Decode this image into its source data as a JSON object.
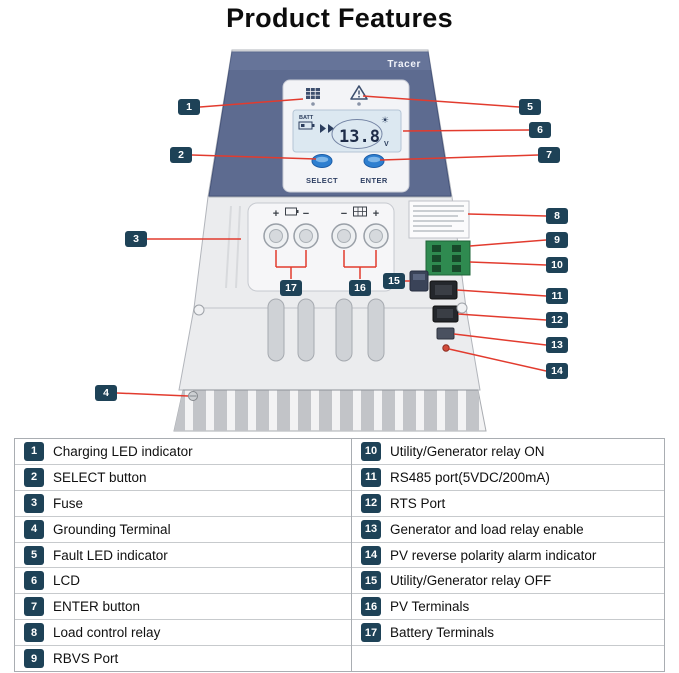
{
  "title": "Product Features",
  "device": {
    "brand": "Tracer",
    "select_label": "SELECT",
    "enter_label": "ENTER",
    "lcd": {
      "batt_label": "BATT",
      "value": "13.8",
      "unit": "V",
      "sun_icon": "☀"
    },
    "terminals": {
      "bat_plus": "+",
      "bat_minus": "−",
      "pv_minus": "−",
      "pv_plus": "+"
    }
  },
  "callouts": [
    "1",
    "2",
    "3",
    "4",
    "5",
    "6",
    "7",
    "8",
    "9",
    "10",
    "11",
    "12",
    "13",
    "14",
    "15",
    "16",
    "17"
  ],
  "features_left": [
    {
      "num": "1",
      "label": "Charging LED indicator"
    },
    {
      "num": "2",
      "label": "SELECT button"
    },
    {
      "num": "3",
      "label": "Fuse"
    },
    {
      "num": "4",
      "label": "Grounding Terminal"
    },
    {
      "num": "5",
      "label": "Fault LED indicator"
    },
    {
      "num": "6",
      "label": "LCD"
    },
    {
      "num": "7",
      "label": "ENTER button"
    },
    {
      "num": "8",
      "label": "Load control relay"
    },
    {
      "num": "9",
      "label": "RBVS Port"
    }
  ],
  "features_right": [
    {
      "num": "10",
      "label": "Utility/Generator relay ON"
    },
    {
      "num": "11",
      "label": "RS485 port(5VDC/200mA)"
    },
    {
      "num": "12",
      "label": "RTS Port"
    },
    {
      "num": "13",
      "label": "Generator and load relay enable"
    },
    {
      "num": "14",
      "label": "PV reverse polarity alarm indicator"
    },
    {
      "num": "15",
      "label": "Utility/Generator relay OFF"
    },
    {
      "num": "16",
      "label": "PV Terminals"
    },
    {
      "num": "17",
      "label": "Battery Terminals"
    }
  ],
  "colors": {
    "badge": "#1e4257",
    "callout_line": "#e23b2e",
    "button_blue": "#2e7fd0",
    "panel_navy": "#5d6b90"
  }
}
